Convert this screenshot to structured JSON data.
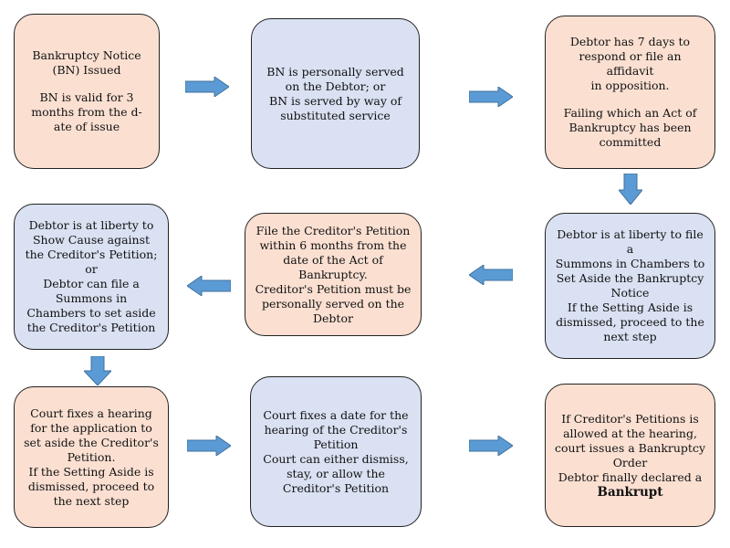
{
  "colors": {
    "peach": "#fbe0d2",
    "blue": "#d9e1f2",
    "arrow": "#5b9bd5",
    "border": "#222222"
  },
  "boxes": {
    "b1": {
      "lines": [
        "Bankruptcy Notice",
        "(BN) Issued"
      ],
      "lines2": [
        "BN is valid for 3",
        "months from the d-",
        "ate of issue"
      ]
    },
    "b2": {
      "lines": [
        "BN is personally served",
        "on the Debtor; or",
        "BN is served by way of",
        "substituted service"
      ]
    },
    "b3": {
      "lines": [
        "Debtor has 7 days to",
        "respond or file an affidavit",
        "in opposition."
      ],
      "lines2": [
        "Failing which an Act of",
        "Bankruptcy has been",
        "committed"
      ]
    },
    "b4": {
      "lines": [
        "Debtor is at liberty to file a",
        "Summons in Chambers to",
        "Set Aside the Bankruptcy",
        "Notice",
        "If the Setting Aside is",
        "dismissed, proceed to the",
        "next step"
      ]
    },
    "b5": {
      "lines": [
        "File the Creditor's Petition",
        "within 6 months from the",
        "date of the Act of",
        "Bankruptcy.",
        "Creditor's Petition must be",
        "personally served on the",
        "Debtor"
      ]
    },
    "b6": {
      "lines": [
        "Debtor is at liberty to",
        "Show Cause against",
        "the Creditor's Petition;",
        "or",
        "Debtor can file a",
        "Summons in",
        "Chambers to set aside",
        "the Creditor's Petition"
      ]
    },
    "b7": {
      "lines": [
        "Court fixes a hearing",
        "for the application  to",
        "set aside the Creditor's",
        "Petition.",
        "If the Setting Aside is",
        "dismissed, proceed to",
        "the next step"
      ]
    },
    "b8": {
      "lines": [
        "Court fixes a date for the",
        "hearing of the Creditor's",
        "Petition",
        "Court can either dismiss,",
        "stay, or allow the",
        "Creditor's Petition"
      ]
    },
    "b9": {
      "lines": [
        "If Creditor's Petitions is",
        "allowed at the hearing,",
        "court issues a Bankruptcy",
        "Order",
        "Debtor finally declared a"
      ],
      "bold": "Bankrupt"
    }
  }
}
